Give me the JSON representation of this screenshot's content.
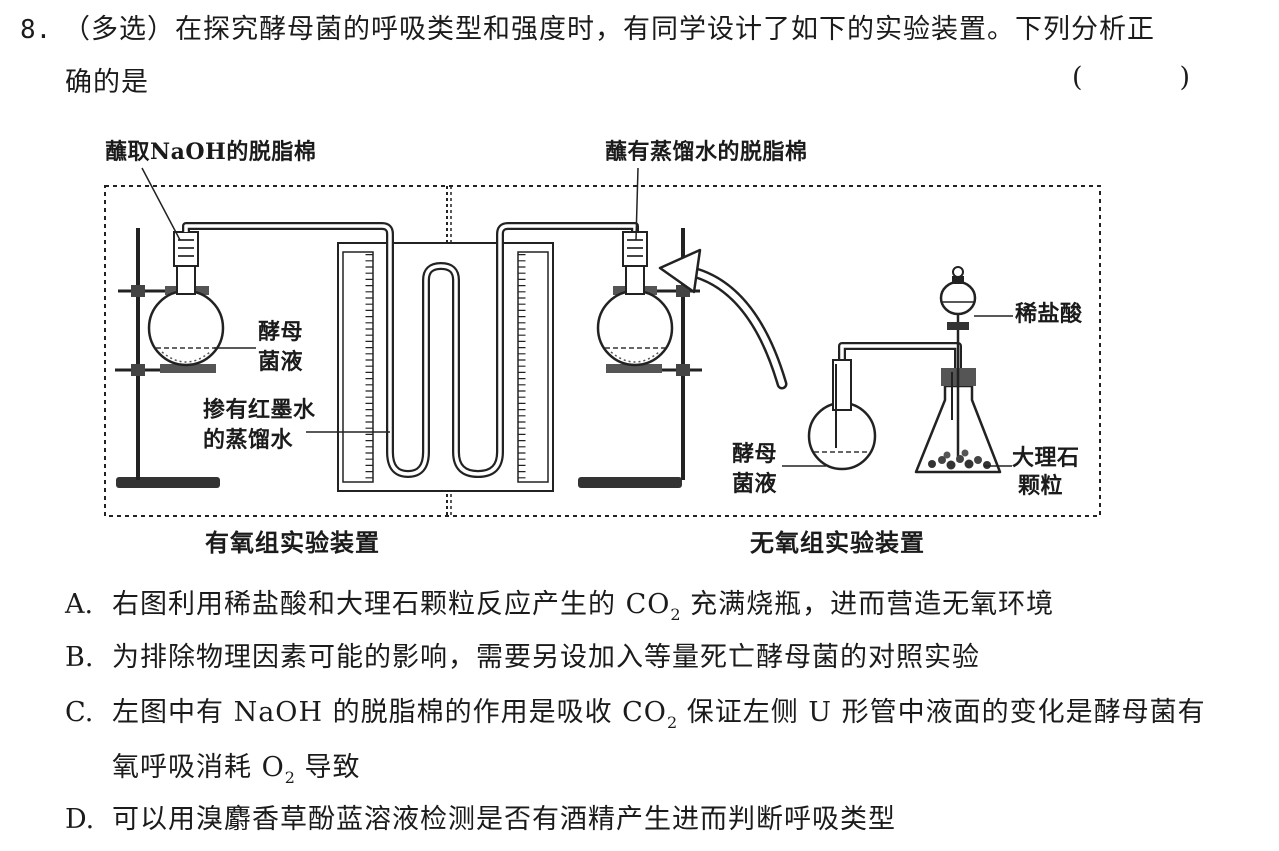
{
  "question": {
    "number": "8.",
    "line1": "（多选）在探究酵母菌的呼吸类型和强度时，有同学设计了如下的实验装置。下列分析正",
    "line2": "确的是",
    "answer_bracket": "(　　　)"
  },
  "figure": {
    "labels": {
      "naoh_cotton": "蘸取NaOH的脱脂棉",
      "water_cotton": "蘸有蒸馏水的脱脂棉",
      "yeast_left_1": "酵母",
      "yeast_left_2": "菌液",
      "red_ink_1": "掺有红墨水",
      "red_ink_2": "的蒸馏水",
      "hcl": "稀盐酸",
      "yeast_right_1": "酵母",
      "yeast_right_2": "菌液",
      "marble_1": "大理石",
      "marble_2": "颗粒",
      "aerobic_caption": "有氧组实验装置",
      "anaerobic_caption": "无氧组实验装置"
    }
  },
  "options": {
    "a": {
      "letter": "A.",
      "t1": "右图利用稀盐酸和大理石颗粒反应产生的 CO",
      "sub1": "2",
      "t2": " 充满烧瓶，进而营造无氧环境"
    },
    "b": {
      "letter": "B.",
      "t1": "为排除物理因素可能的影响，需要另设加入等量死亡酵母菌的对照实验"
    },
    "c": {
      "letter": "C.",
      "t1": "左图中有 NaOH 的脱脂棉的作用是吸收 CO",
      "sub1": "2",
      "t2": " 保证左侧 U 形管中液面的变化是酵母菌有",
      "t3": "氧呼吸消耗 O",
      "sub2": "2",
      "t4": " 导致"
    },
    "d": {
      "letter": "D.",
      "t1": "可以用溴麝香草酚蓝溶液检测是否有酒精产生进而判断呼吸类型"
    }
  }
}
